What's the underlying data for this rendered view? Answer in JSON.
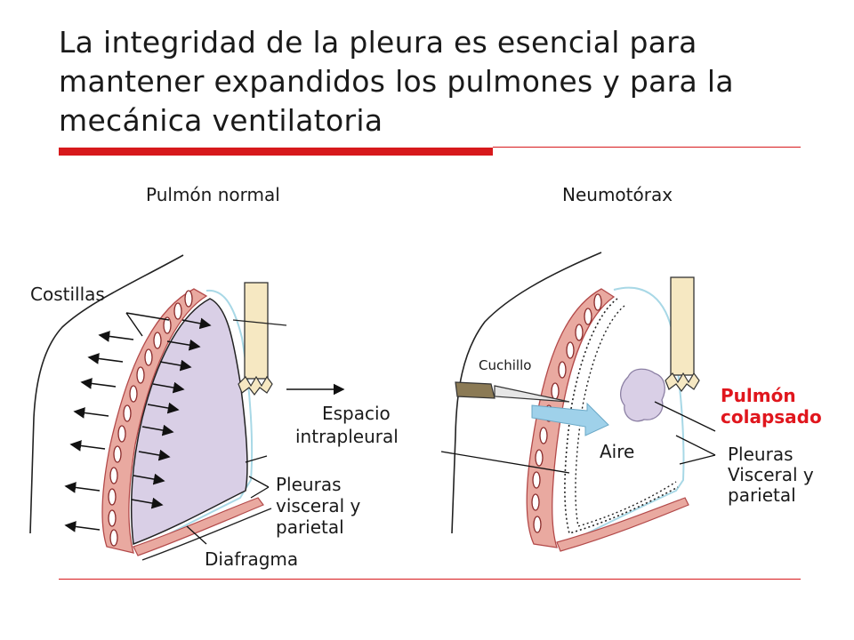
{
  "title": "La integridad de la pleura es esencial para mantener expandidos los pulmones y para la mecánica ventilatoria",
  "diagram": {
    "normal": {
      "heading": "Pulmón normal",
      "label_ribs": "Costillas",
      "label_space_1": "Espacio",
      "label_space_2": "intrapleural",
      "label_pleura_1": "Pleuras",
      "label_pleura_2": "visceral y",
      "label_pleura_3": "parietal",
      "label_diaphragm": "Diafragma"
    },
    "pneumothorax": {
      "heading": "Neumotórax",
      "label_knife": "Cuchillo",
      "label_air": "Aire",
      "label_collapsed_1": "Pulmón",
      "label_collapsed_2": "colapsado",
      "label_pleura_1": "Pleuras",
      "label_pleura_2": "Visceral y",
      "label_pleura_3": "parietal"
    }
  },
  "colors": {
    "accent_red": "#d7191c",
    "lung": "#d9cfe6",
    "pleura": "#e9a9a0",
    "trachea": "#f6e8c2",
    "air": "#9fd1ea"
  }
}
